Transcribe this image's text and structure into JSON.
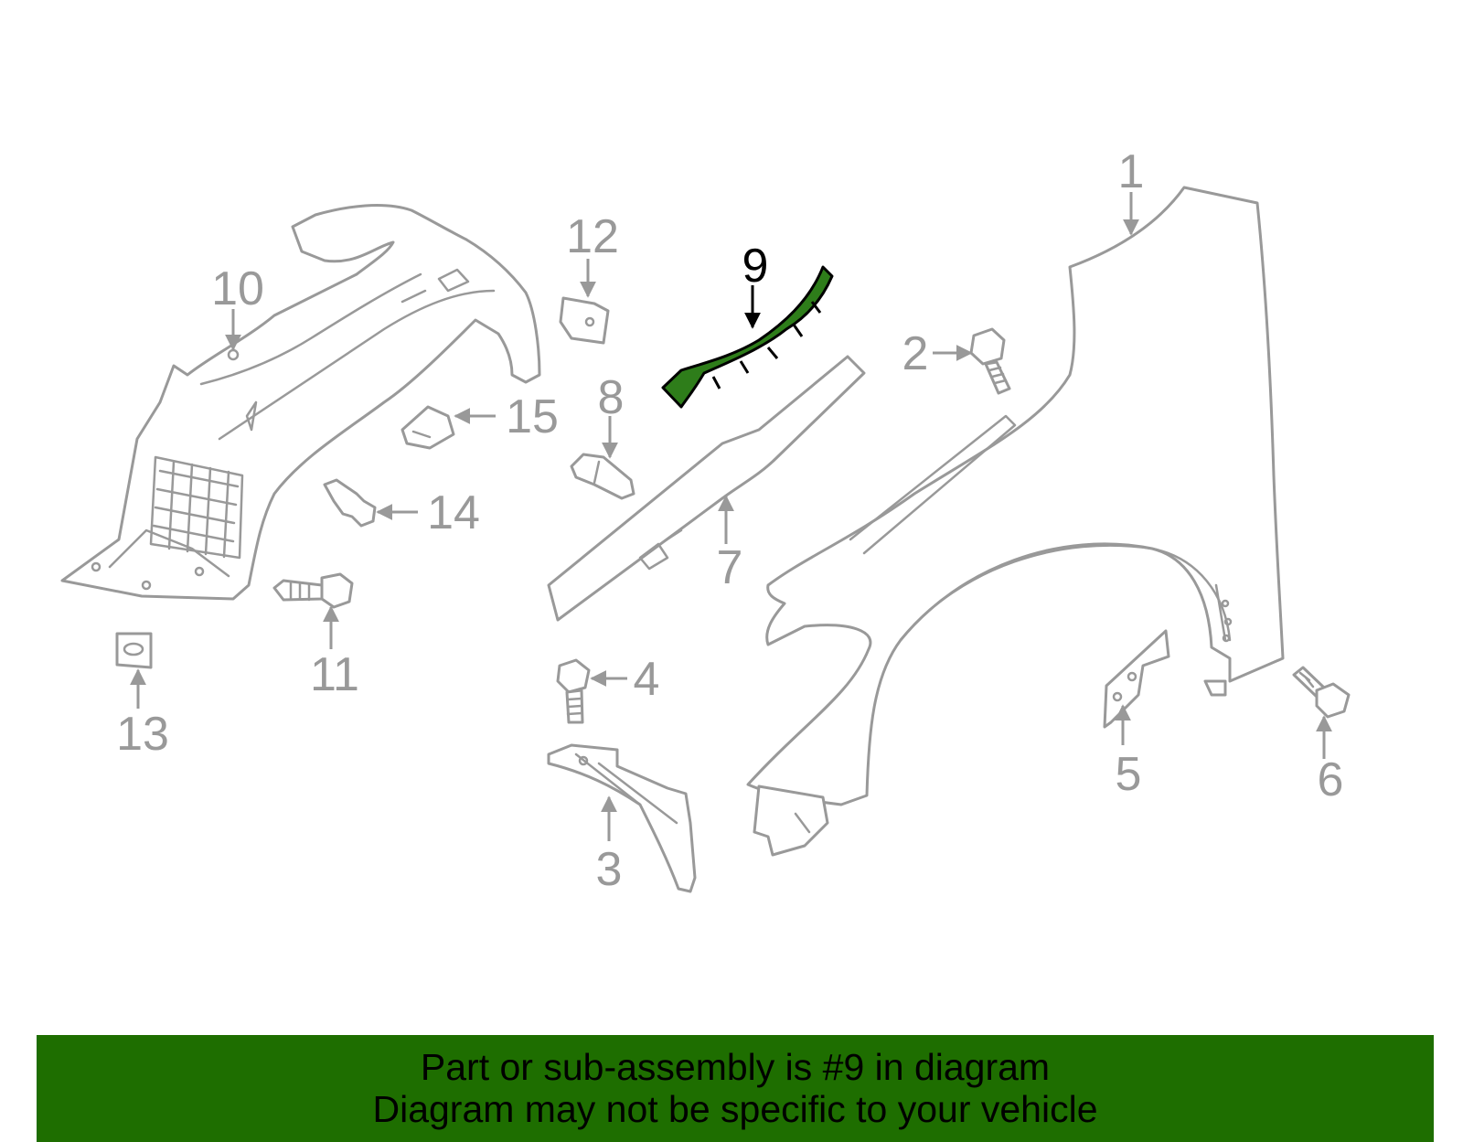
{
  "diagram": {
    "highlight_part": "9",
    "highlight_color": "#2e7d1a",
    "line_color": "#999999",
    "callouts": {
      "c1": "1",
      "c2": "2",
      "c3": "3",
      "c4": "4",
      "c5": "5",
      "c6": "6",
      "c7": "7",
      "c8": "8",
      "c9": "9",
      "c10": "10",
      "c11": "11",
      "c12": "12",
      "c13": "13",
      "c14": "14",
      "c15": "15"
    }
  },
  "banner": {
    "line1": "Part or sub-assembly is #9 in diagram",
    "line2": "Diagram may not be specific to your vehicle",
    "background": "#1e6e00"
  }
}
